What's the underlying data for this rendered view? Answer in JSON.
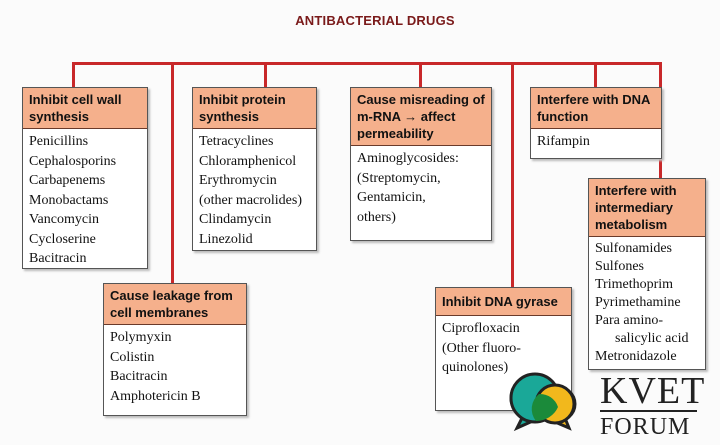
{
  "title": "ANTIBACTERIAL DRUGS",
  "boxes": [
    {
      "header": "Inhibit cell wall synthesis",
      "items": [
        "Penicillins",
        "Cephalosporins",
        "Carbapenems",
        "Monobactams",
        "Vancomycin",
        "Cycloserine",
        "Bacitracin"
      ]
    },
    {
      "header": "Inhibit protein synthesis",
      "items": [
        "Tetracyclines",
        "Chloramphenicol",
        "Erythromycin",
        "(other macrolides)",
        "Clindamycin",
        "Linezolid"
      ]
    },
    {
      "header": "Cause misreading of m-RNA → affect permeability",
      "items": [
        "Aminoglycosides:",
        "(Streptomycin,",
        "Gentamicin,",
        "others)"
      ]
    },
    {
      "header": "Interfere with DNA function",
      "items": [
        "Rifampin"
      ]
    },
    {
      "header": "Cause leakage from cell membranes",
      "items": [
        "Polymyxin",
        "Colistin",
        "Bacitracin",
        "Amphotericin B"
      ]
    },
    {
      "header": "Inhibit DNA gyrase",
      "items": [
        "Ciprofloxacin",
        "(Other fluoro-",
        "quinolones)"
      ]
    },
    {
      "header": "Interfere with intermediary metabolism",
      "items": [
        "Sulfonamides",
        "Sulfones",
        "Trimethoprim",
        "Pyrimethamine",
        "Para amino-",
        "salicylic acid",
        "Metronidazole"
      ]
    }
  ],
  "watermark": {
    "name": "KVET",
    "sub": "FORUM"
  },
  "colors": {
    "line": "#c8282a",
    "header": "#f5b08c"
  }
}
